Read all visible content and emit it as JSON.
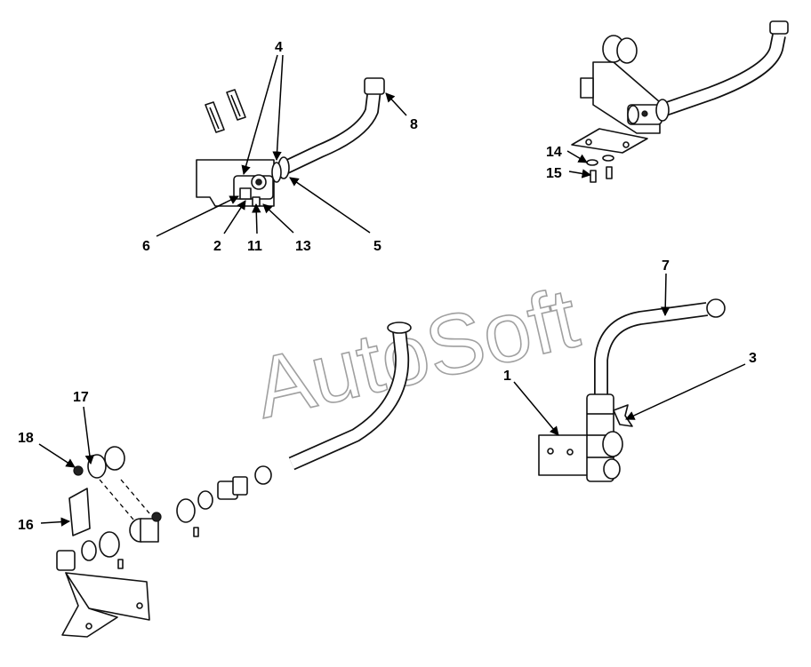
{
  "diagram": {
    "watermark": "AutoSoft",
    "callouts": [
      {
        "id": "c4",
        "label": "4"
      },
      {
        "id": "c8",
        "label": "8"
      },
      {
        "id": "c6",
        "label": "6"
      },
      {
        "id": "c2",
        "label": "2"
      },
      {
        "id": "c11",
        "label": "11"
      },
      {
        "id": "c13",
        "label": "13"
      },
      {
        "id": "c5",
        "label": "5"
      },
      {
        "id": "c14",
        "label": "14"
      },
      {
        "id": "c15",
        "label": "15"
      },
      {
        "id": "c7",
        "label": "7"
      },
      {
        "id": "c3",
        "label": "3"
      },
      {
        "id": "c1",
        "label": "1"
      },
      {
        "id": "c17",
        "label": "17"
      },
      {
        "id": "c18",
        "label": "18"
      },
      {
        "id": "c16",
        "label": "16"
      }
    ]
  }
}
